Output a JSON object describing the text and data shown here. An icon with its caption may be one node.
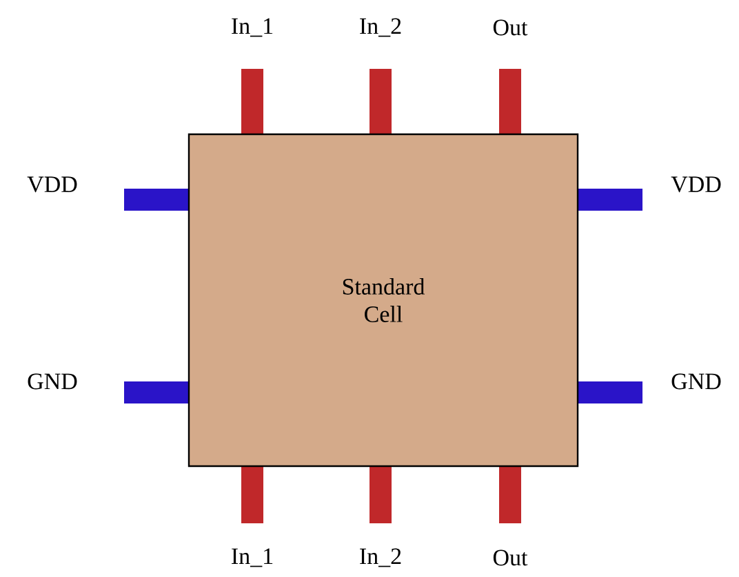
{
  "diagram": {
    "nodes": [
      {
        "text": [
          "Standard Cell"
        ]
      },
      {
        "text": [
          "In_1"
        ]
      },
      {
        "text": [
          "In_2"
        ]
      },
      {
        "text": [
          "Out"
        ]
      },
      {
        "text": [
          "VDD"
        ]
      },
      {
        "text": [
          "VDD"
        ]
      },
      {
        "text": [
          "GND"
        ]
      },
      {
        "text": [
          "GND"
        ]
      },
      {
        "text": [
          "In_1"
        ]
      },
      {
        "text": [
          "In_2"
        ]
      },
      {
        "text": [
          "Out"
        ]
      }
    ]
  }
}
